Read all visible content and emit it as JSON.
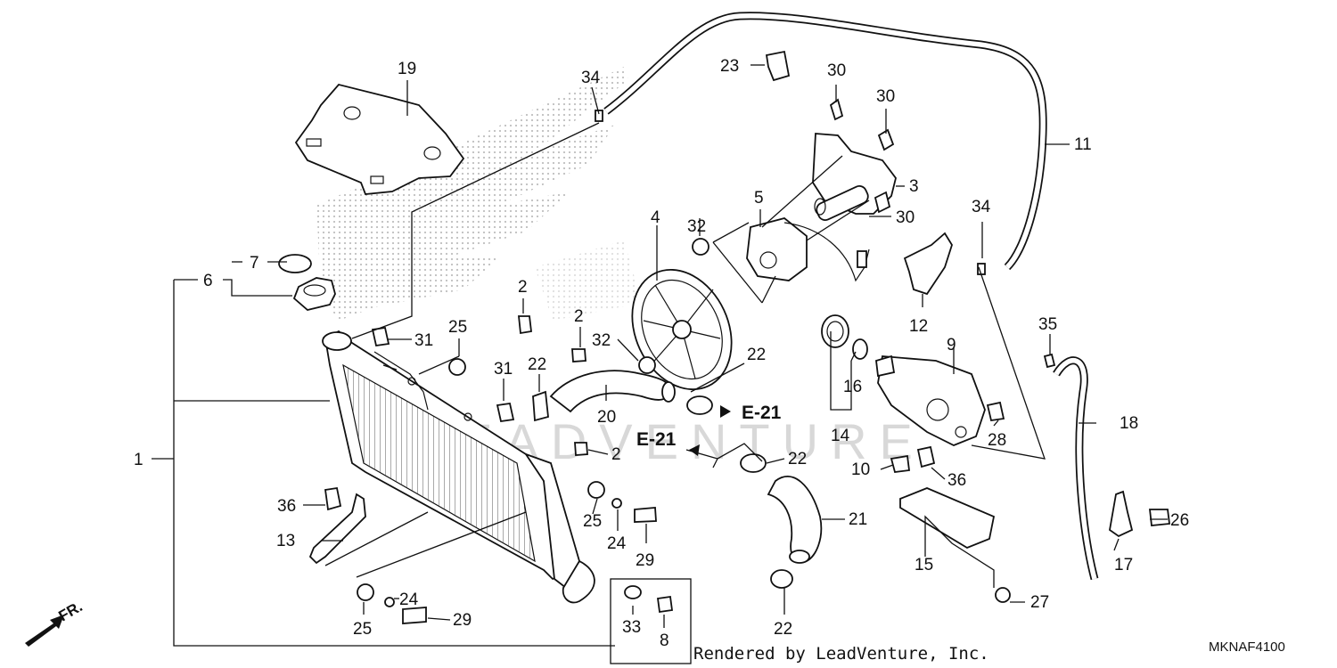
{
  "labels": {
    "n1": "1",
    "n2a": "2",
    "n2b": "2",
    "n2c": "2",
    "n3": "3",
    "n4": "4",
    "n5": "5",
    "n6": "6",
    "n7": "7",
    "n8": "8",
    "n9": "9",
    "n10": "10",
    "n11": "11",
    "n12": "12",
    "n13": "13",
    "n14": "14",
    "n15": "15",
    "n16": "16",
    "n17": "17",
    "n18": "18",
    "n19": "19",
    "n20": "20",
    "n21": "21",
    "n22a": "22",
    "n22b": "22",
    "n22c": "22",
    "n22d": "22",
    "n23": "23",
    "n24a": "24",
    "n24b": "24",
    "n25a": "25",
    "n25b": "25",
    "n25c": "25",
    "n26": "26",
    "n27": "27",
    "n28": "28",
    "n29a": "29",
    "n29b": "29",
    "n30a": "30",
    "n30b": "30",
    "n30c": "30",
    "n31a": "31",
    "n31b": "31",
    "n32a": "32",
    "n32b": "32",
    "n33": "33",
    "n34a": "34",
    "n34b": "34",
    "n35": "35",
    "n36a": "36",
    "n36b": "36"
  },
  "refs": {
    "e21_right": "E-21",
    "e21_left": "E-21"
  },
  "direction": "FR.",
  "diagram_code": "MKNAF4100",
  "credit": "Rendered by LeadVenture, Inc.",
  "watermark": "LEADVENTURE"
}
